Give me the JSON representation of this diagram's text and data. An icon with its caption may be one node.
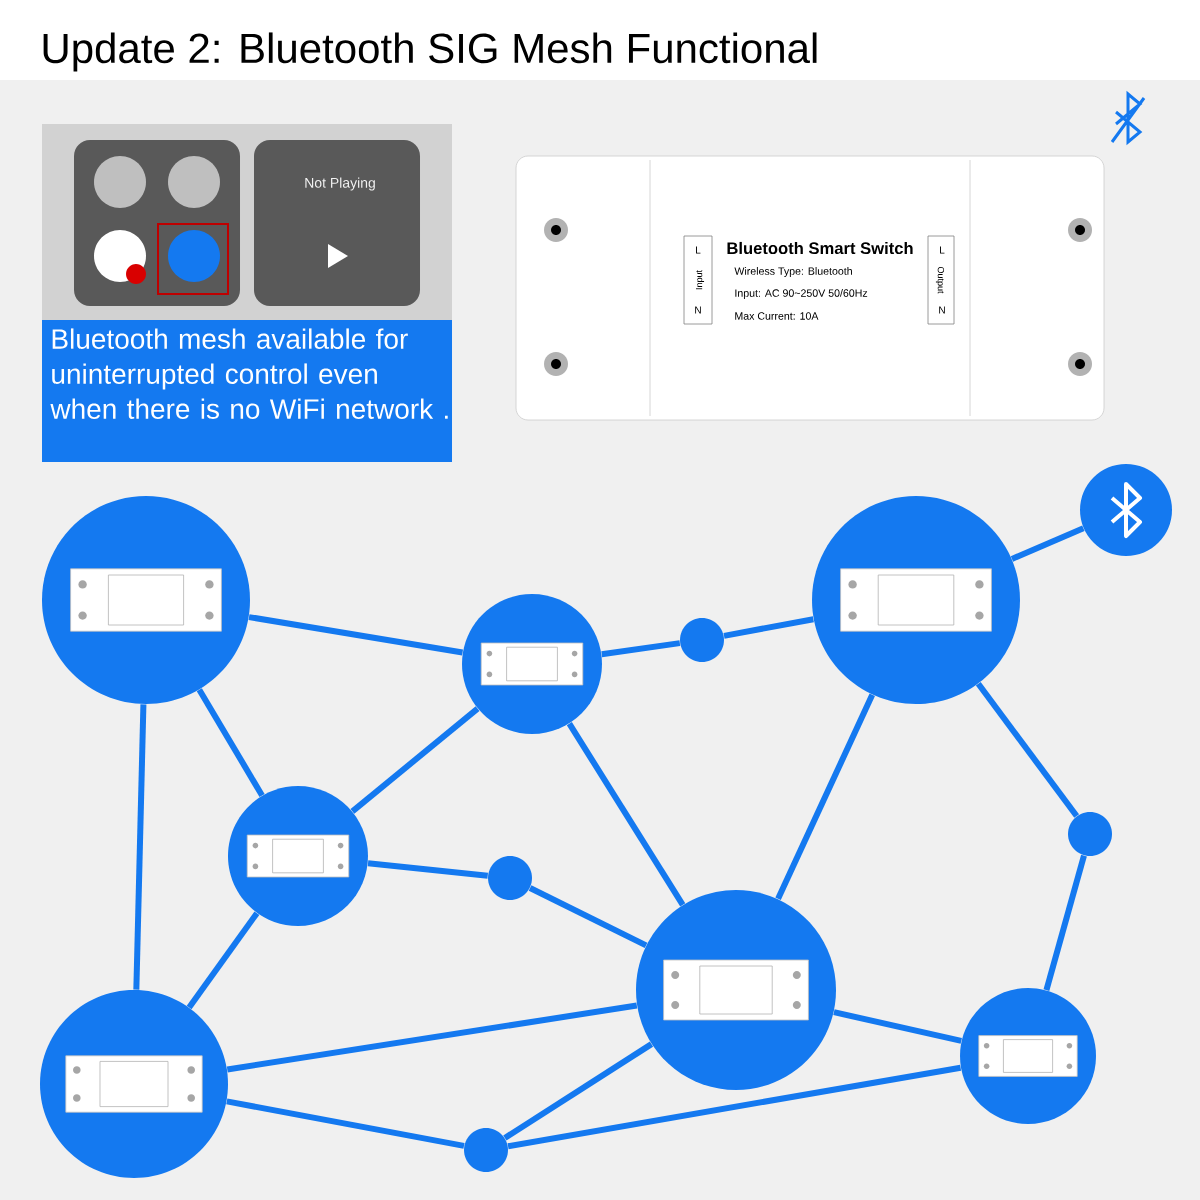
{
  "diagram": {
    "title": "Update 2: Bluetooth SIG Mesh Functional",
    "nodes": [
      {
        "text": [],
        "shape": "circle"
      },
      {
        "text": [],
        "shape": "circle"
      },
      {
        "text": [],
        "shape": "circle"
      },
      {
        "text": [],
        "shape": "circle"
      },
      {
        "text": [],
        "shape": "circle"
      },
      {
        "text": [],
        "shape": "circle"
      },
      {
        "text": [],
        "shape": "circle"
      },
      {
        "text": [],
        "shape": "circle"
      },
      {
        "text": [],
        "shape": "circle"
      },
      {
        "text": [],
        "shape": "circle"
      },
      {
        "text": [],
        "shape": "circle"
      },
      {
        "text": [],
        "shape": "circle"
      }
    ],
    "edges": [
      {
        "from": 2,
        "to": 0,
        "arrow": "none"
      },
      {
        "from": 1,
        "to": 4,
        "arrow": "none"
      },
      {
        "from": 1,
        "to": 6,
        "arrow": "none"
      },
      {
        "from": 1,
        "to": 10,
        "arrow": "none"
      },
      {
        "from": 4,
        "to": 3,
        "arrow": "none"
      },
      {
        "from": 3,
        "to": 2,
        "arrow": "none"
      },
      {
        "from": 4,
        "to": 6,
        "arrow": "none"
      },
      {
        "from": 4,
        "to": 8,
        "arrow": "none"
      },
      {
        "from": 2,
        "to": 8,
        "arrow": "none"
      },
      {
        "from": 2,
        "to": 5,
        "arrow": "none"
      },
      {
        "from": 5,
        "to": 9,
        "arrow": "none"
      },
      {
        "from": 6,
        "to": 7,
        "arrow": "none"
      },
      {
        "from": 7,
        "to": 8,
        "arrow": "none"
      },
      {
        "from": 6,
        "to": 10,
        "arrow": "none"
      },
      {
        "from": 10,
        "to": 8,
        "arrow": "none"
      },
      {
        "from": 10,
        "to": 11,
        "arrow": "none"
      },
      {
        "from": 11,
        "to": 8,
        "arrow": "none"
      },
      {
        "from": 11,
        "to": 9,
        "arrow": "none"
      },
      {
        "from": 8,
        "to": 9,
        "arrow": "none"
      }
    ],
    "labels": [
      "Not Playing",
      "Bluetooth mesh available for uninterrupted control even when there is no WiFi network .",
      "L",
      "Input",
      "N",
      "Bluetooth Smart Switch",
      "Wireless Type: Bluetooth",
      "Input: AC 90~250V 50/60Hz",
      "Max Current: 10A",
      "L",
      "Output",
      "N"
    ]
  }
}
